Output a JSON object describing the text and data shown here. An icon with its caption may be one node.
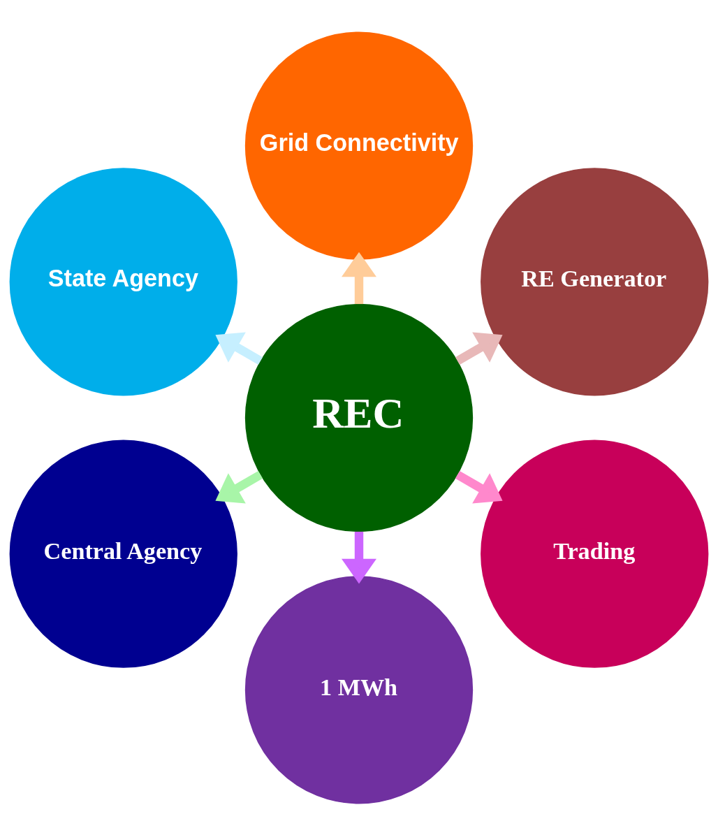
{
  "diagram": {
    "nodes": [
      {
        "text": [
          "REC"
        ]
      },
      {
        "text": [
          "RE Generator"
        ]
      },
      {
        "text": [
          "Grid Connectivity"
        ]
      },
      {
        "text": [
          "State Agency"
        ]
      },
      {
        "text": [
          "Central Agency"
        ]
      },
      {
        "text": [
          "1 MWh"
        ]
      },
      {
        "text": [
          "Trading"
        ]
      }
    ],
    "edges": [
      {
        "from": 0,
        "to": 1,
        "arrow": "to",
        "color": "#e8b8b8"
      },
      {
        "from": 0,
        "to": 2,
        "arrow": "to",
        "color": "#ffcc99"
      },
      {
        "from": 0,
        "to": 3,
        "arrow": "to",
        "color": "#c6efff"
      },
      {
        "from": 0,
        "to": 4,
        "arrow": "to",
        "color": "#a8f5a8"
      },
      {
        "from": 0,
        "to": 5,
        "arrow": "to",
        "color": "#cc66ff"
      },
      {
        "from": 0,
        "to": 6,
        "arrow": "to",
        "color": "#ff88cc"
      }
    ]
  }
}
